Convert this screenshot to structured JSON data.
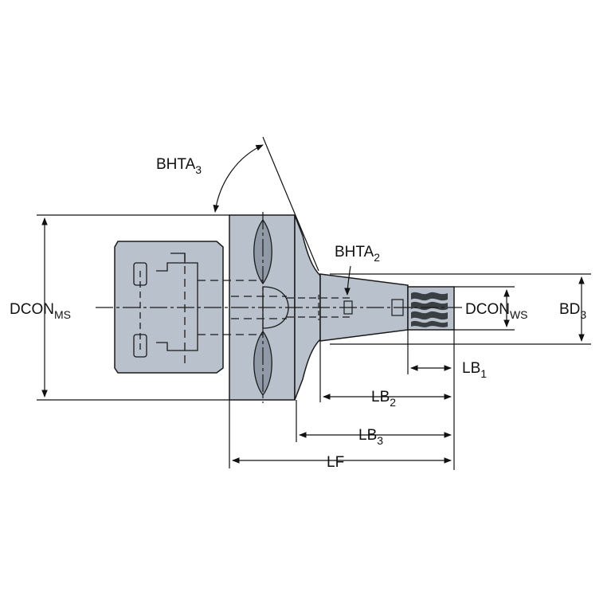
{
  "labels": {
    "bhta3": {
      "main": "BHTA",
      "sub": "3"
    },
    "bhta2": {
      "main": "BHTA",
      "sub": "2"
    },
    "dcon_ms": {
      "main": "DCON",
      "sub": "MS"
    },
    "dcon_ws": {
      "main": "DCON",
      "sub": "WS"
    },
    "bd3": {
      "main": "BD",
      "sub": "3"
    },
    "lb1": {
      "main": "LB",
      "sub": "1"
    },
    "lb2": {
      "main": "LB",
      "sub": "2"
    },
    "lb3": {
      "main": "LB",
      "sub": "3"
    },
    "lf": {
      "main": "LF"
    }
  },
  "colors": {
    "body": "#b9c2cc",
    "body_dark": "#8f9aa6",
    "outline": "#1a1a1a",
    "thread": "#3a3f44"
  }
}
